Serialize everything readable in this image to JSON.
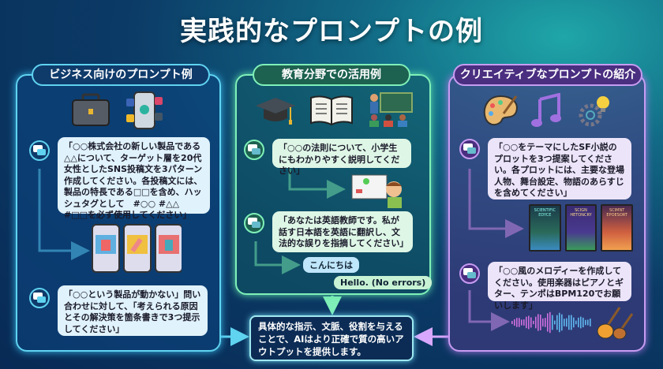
{
  "title": "実践的なプロンプトの例",
  "business": {
    "heading": "ビジネス向けのプロンプト例",
    "icons": [
      "briefcase-icon",
      "smartphone-social-icon"
    ],
    "prompts": [
      "「○○株式会社の新しい製品である△△について、ターゲット層を20代女性としたSNS投稿文を3パターン作成してください。各投稿文には、製品の特長である□□を含め、ハッシュタグとして　#○○ #△△ #□□を必ず使用してください」",
      "「○○という製品が動かない」問い合わせに対して、「考えられる原因とその解決策を箇条書きで3つ提示してください」"
    ],
    "accent": "#5fd3f0"
  },
  "education": {
    "heading": "教育分野での活用例",
    "icons": [
      "graduation-cap-icon",
      "open-book-icon",
      "teacher-classroom-icon"
    ],
    "prompts": [
      "「○○の法則について、小学生にもわかりやすく説明してください」",
      "「あなたは英語教師です。私が話す日本語を英語に翻訳し、文法的な誤りを指摘してください」"
    ],
    "chat_input": "こんにちは",
    "chat_output": "Hello. (No errors)",
    "accent": "#7ff0b8"
  },
  "creative": {
    "heading": "クリエイティブなプロンプトの紹介",
    "icons": [
      "palette-icon",
      "music-note-icon",
      "gear-lightbulb-icon"
    ],
    "prompts": [
      "「○○をテーマにしたSF小説のプロットを3つ提案してください。各プロットには、主要な登場人物、舞台設定、物語のあらすじを含めてください」",
      "「○○風のメロディーを作成してください。使用楽器はピアノとギター、テンポはBPM120でお願いします」"
    ],
    "book_covers": [
      "SCIENTIFIC EDYCE",
      "SCIGN HETONCRY",
      "SCIMNT EPOESORT"
    ],
    "accent": "#c79cf2"
  },
  "summary": "具体的な指示、文脈、役割を与えることで、AIはより正確で質の高いアウトプットを提供します。"
}
